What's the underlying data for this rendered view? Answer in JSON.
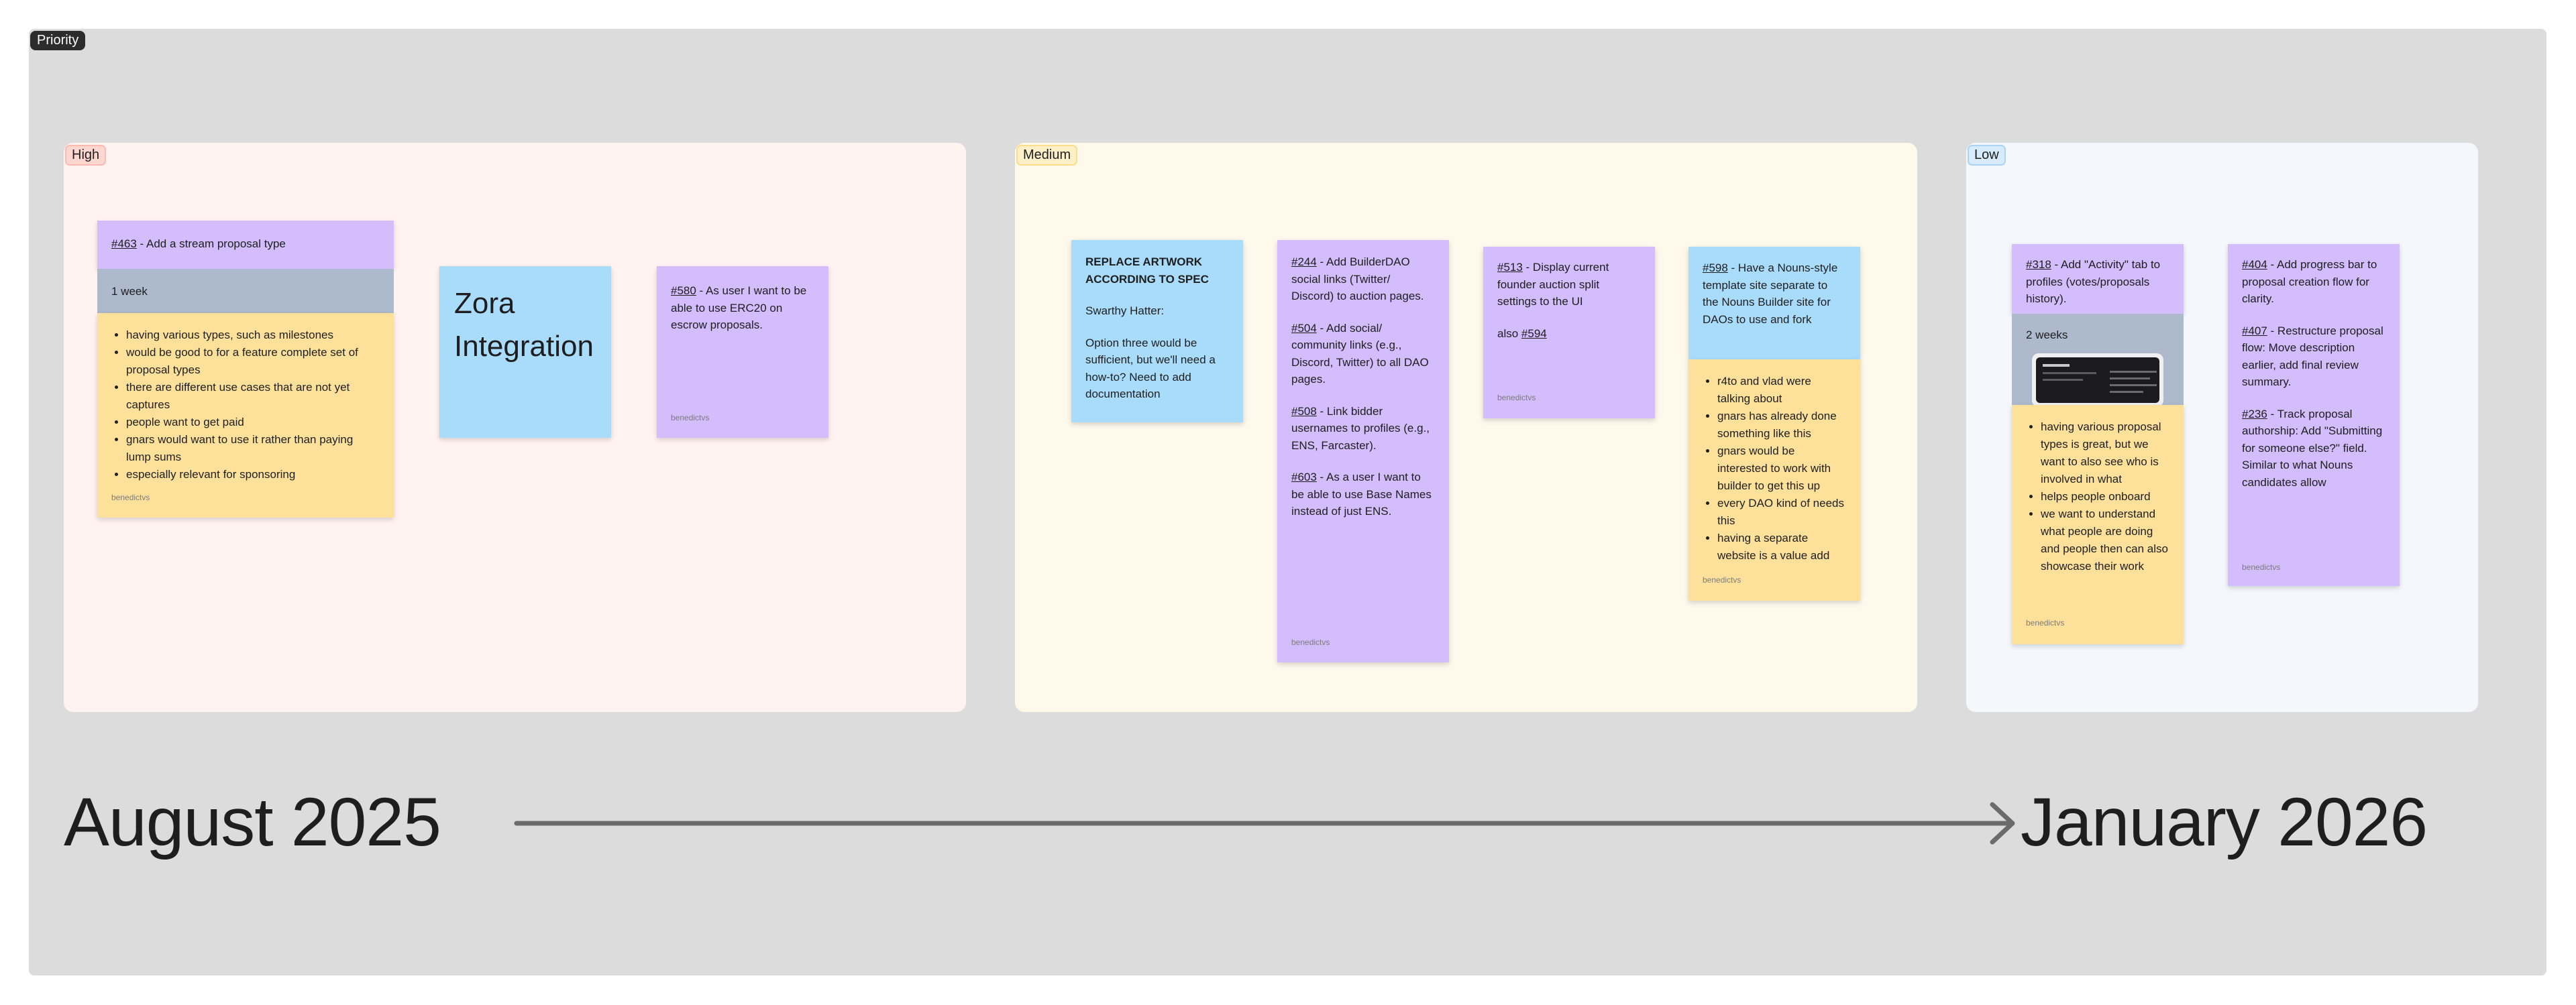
{
  "board": {
    "label": "Priority"
  },
  "sections": {
    "high": {
      "label": "High"
    },
    "medium": {
      "label": "Medium"
    },
    "low": {
      "label": "Low"
    }
  },
  "high": {
    "s463": {
      "issue": "#463",
      "text": " - Add a stream proposal type"
    },
    "duration_463": "1 week",
    "bullets_463": [
      "having various types, such as milestones",
      "would be good to for a feature complete set of proposal types",
      "there are different use cases that are not yet captures",
      "people want to get paid",
      "gnars would want to use it rather than paying lump sums",
      "especially relevant for sponsoring"
    ],
    "author_463": "benedictvs",
    "zora": "Zora Integration",
    "s580": {
      "issue": "#580",
      "text": " - As user I want to be able to use ERC20 on escrow proposals."
    },
    "author_580": "benedictvs"
  },
  "medium": {
    "replace": {
      "title": "REPLACE ARTWORK ACCORDING TO SPEC",
      "who": "Swarthy Hatter:",
      "body": "Option three would be sufficient, but we'll need a how-to? Need to add documentation"
    },
    "multi": [
      {
        "issue": "#244",
        "text": " - Add BuilderDAO social links (Twitter/ Discord) to auction pages."
      },
      {
        "issue": "#504",
        "text": " - Add social/ community links (e.g., Discord, Twitter) to all DAO pages."
      },
      {
        "issue": "#508",
        "text": " - Link bidder usernames to profiles (e.g., ENS, Farcaster)."
      },
      {
        "issue": "#603",
        "text": " - As a user I want to be able to use Base Names instead of just ENS."
      }
    ],
    "author_multi": "benedictvs",
    "s513": {
      "issue": "#513",
      "text": " - Display current founder auction split settings to the UI",
      "also": "also ",
      "also_issue": "#594"
    },
    "author_513": "benedictvs",
    "s598": {
      "issue": "#598",
      "text": " - Have a Nouns-style template site separate to the Nouns Builder site for DAOs to use and fork"
    },
    "bullets_598": [
      "r4to and vlad were talking about",
      "gnars has already done something like this",
      "gnars would be interested to work with builder to get this up",
      "every DAO kind of needs this",
      "having a separate website is a value add"
    ],
    "author_598": "benedictvs"
  },
  "low": {
    "s318": {
      "issue": "#318",
      "text": " - Add \"Activity\" tab to profiles (votes/proposals history)."
    },
    "duration_318": "2 weeks",
    "bullets_318": [
      "having various proposal types is great, but we want to also see who is involved in what",
      "helps people onboard",
      "we want to understand what people are doing and people then can also showcase their work"
    ],
    "author_318": "benedictvs",
    "multi": [
      {
        "issue": "#404",
        "text": " - Add progress bar to proposal creation flow for clarity."
      },
      {
        "issue": "#407",
        "text": " - Restructure proposal flow: Move description earlier, add final review summary."
      },
      {
        "issue": "#236",
        "text": " - Track proposal authorship: Add \"Submitting for someone else?\" field. Similar to what Nouns candidates allow"
      }
    ],
    "author_multi": "benedictvs"
  },
  "timeline": {
    "start": "August 2025",
    "end": "January 2026"
  },
  "colors": {
    "board": "#dcdcdc",
    "high_bg": "#fff3f2",
    "medium_bg": "#fff9ec",
    "low_bg": "#f4f8fc",
    "sticky_purple": "#d3bdfc",
    "sticky_blue": "#a9dcfb",
    "sticky_yellow": "#fde19b"
  }
}
